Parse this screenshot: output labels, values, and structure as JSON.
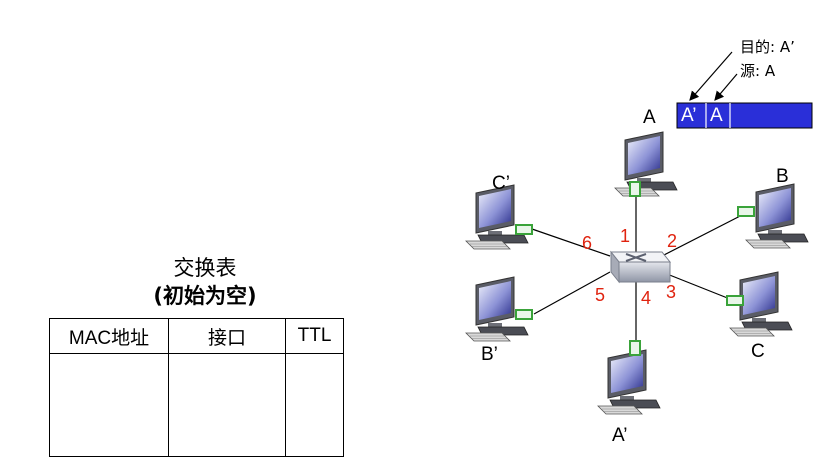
{
  "table": {
    "title": "交换表",
    "subtitle": "(初始为空)",
    "headers": [
      "MAC地址",
      "接口",
      "TTL"
    ]
  },
  "frame": {
    "annotation_dest": "目的: A’",
    "annotation_src": "源: A",
    "dest_field": "A’",
    "src_field": "A",
    "color": "#2a2fd8"
  },
  "hosts": {
    "A": "A",
    "B": "B",
    "C": "C",
    "A_prime": "A’",
    "B_prime": "B’",
    "C_prime": "C’"
  },
  "ports": {
    "p1": "1",
    "p2": "2",
    "p3": "3",
    "p4": "4",
    "p5": "5",
    "p6": "6"
  },
  "colors": {
    "port_label": "#e0230f",
    "link": "#000000",
    "nic": "#3aa33a"
  }
}
